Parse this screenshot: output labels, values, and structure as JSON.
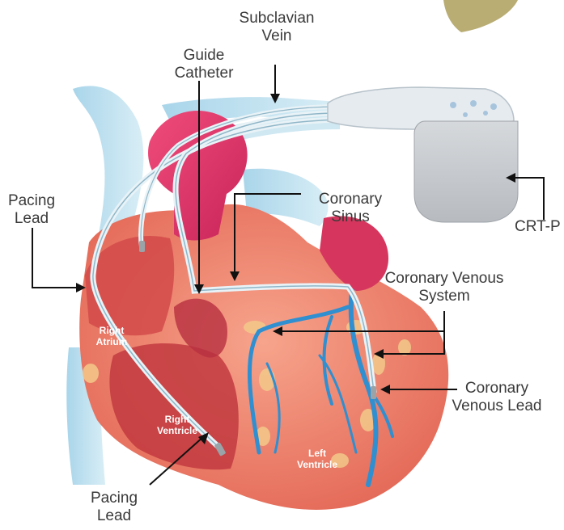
{
  "labels": {
    "subclavian_vein": [
      "Subclavian",
      "Vein"
    ],
    "guide_catheter": [
      "Guide",
      "Catheter"
    ],
    "pacing_lead_top": [
      "Pacing",
      "Lead"
    ],
    "coronary_sinus": [
      "Coronary",
      "Sinus"
    ],
    "crt_p": "CRT-P",
    "coronary_venous_system": [
      "Coronary Venous",
      "System"
    ],
    "coronary_venous_lead": [
      "Coronary",
      "Venous Lead"
    ],
    "pacing_lead_bottom": [
      "Pacing",
      "Lead"
    ],
    "right_atrium": [
      "Right",
      "Atrium"
    ],
    "right_ventricle": [
      "Right",
      "Ventricle"
    ],
    "left_ventricle": [
      "Left",
      "Ventricle"
    ]
  },
  "colors": {
    "muscle": "#f08a72",
    "muscle_dark": "#d9534a",
    "aorta": "#e0386a",
    "vein_blue": "#bfe0ee",
    "coronary_vein": "#2f8fd0",
    "device": "#c9cdd1",
    "label_text": "#3a3a3a",
    "arrow": "#111111",
    "fat": "#f3c98a"
  },
  "icons": {
    "device": "pacemaker-device-icon",
    "heart": "heart-anatomy-illustration"
  }
}
